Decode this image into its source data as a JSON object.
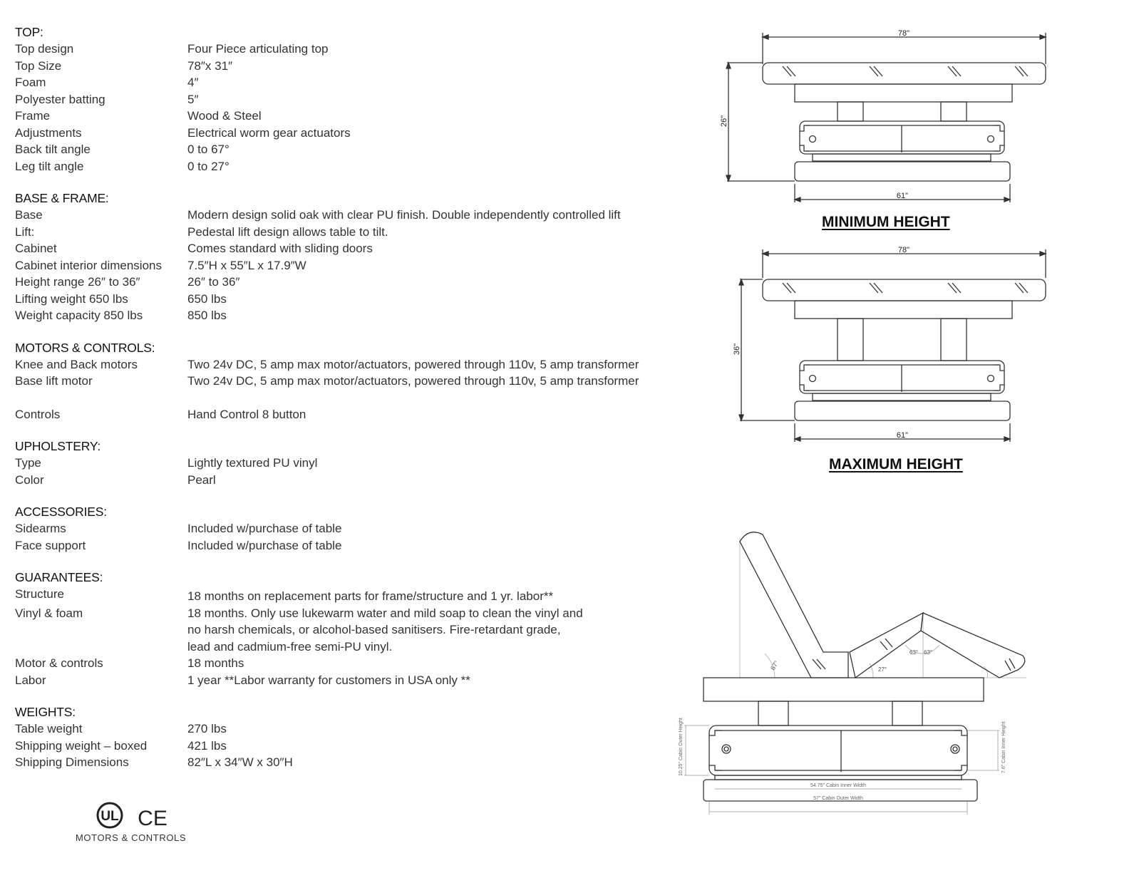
{
  "specs": {
    "top": {
      "heading": "TOP:",
      "rows": [
        {
          "label": "Top design",
          "value": "Four Piece articulating top"
        },
        {
          "label": "Top Size",
          "value": "78″x 31″"
        },
        {
          "label": "Foam",
          "value": "4″"
        },
        {
          "label": "Polyester batting",
          "value": "5″"
        },
        {
          "label": "Frame",
          "value": "Wood & Steel"
        },
        {
          "label": "Adjustments",
          "value": "Electrical worm gear actuators"
        },
        {
          "label": "Back tilt angle",
          "value": "0 to 67°"
        },
        {
          "label": "Leg tilt angle",
          "value": "0 to 27°"
        }
      ]
    },
    "base": {
      "heading": "BASE & FRAME:",
      "rows": [
        {
          "label": "Base",
          "value": "Modern design solid oak with clear PU finish. Double independently controlled lift"
        },
        {
          "label": "Lift:",
          "value": "Pedestal lift design allows table to tilt."
        },
        {
          "label": "Cabinet",
          "value": "Comes standard with sliding doors"
        },
        {
          "label": "Cabinet interior dimensions",
          "value": "7.5″H x 55″L x 17.9″W"
        },
        {
          "label": "Height range 26″ to 36″",
          "value": "26″ to 36″"
        },
        {
          "label": "Lifting weight 650 lbs",
          "value": "650 lbs"
        },
        {
          "label": "Weight capacity 850 lbs",
          "value": "850 lbs"
        }
      ]
    },
    "motors": {
      "heading": "MOTORS & CONTROLS:",
      "rows": [
        {
          "label": "Knee and Back motors",
          "value": "Two 24v DC, 5 amp max motor/actuators, powered through 110v, 5 amp transformer"
        },
        {
          "label": "Base lift motor",
          "value": "Two 24v DC, 5 amp max motor/actuators, powered through 110v, 5 amp transformer"
        }
      ],
      "controls": {
        "label": "Controls",
        "value": "Hand Control 8 button"
      }
    },
    "upholstery": {
      "heading": "UPHOLSTERY:",
      "rows": [
        {
          "label": "Type",
          "value": "Lightly textured PU vinyl"
        },
        {
          "label": "Color",
          "value": "Pearl"
        }
      ]
    },
    "accessories": {
      "heading": "ACCESSORIES:",
      "rows": [
        {
          "label": "Sidearms",
          "value": "Included w/purchase of table"
        },
        {
          "label": "Face support",
          "value": "Included w/purchase of table"
        }
      ]
    },
    "guarantees": {
      "heading": "GUARANTEES:",
      "structure": {
        "label": "Structure",
        "value": "18 months on replacement parts for frame/structure and 1 yr. labor**"
      },
      "vinyl": {
        "label": "Vinyl & foam",
        "lines": [
          "18 months. Only use lukewarm water and mild soap to clean the vinyl and",
          "no harsh chemicals, or alcohol-based sanitisers. Fire-retardant grade,",
          "lead and cadmium-free semi-PU vinyl."
        ]
      },
      "motor": {
        "label": "Motor & controls",
        "value": "18 months"
      },
      "labor": {
        "label": "Labor",
        "value": "1 year **Labor warranty for customers in USA only **"
      }
    },
    "weights": {
      "heading": "WEIGHTS:",
      "rows": [
        {
          "label": "Table weight",
          "value": "270 lbs"
        },
        {
          "label": "Shipping weight – boxed",
          "value": "421 lbs"
        },
        {
          "label": "Shipping Dimensions",
          "value": "82″L x 34″W x 30″H"
        }
      ]
    }
  },
  "certification": {
    "ul_mark": "UL",
    "ce_mark": "CE",
    "caption": "MOTORS & CONTROLS"
  },
  "drawings": {
    "min": {
      "title": "MINIMUM HEIGHT",
      "top_width": "78\"",
      "height": "26\"",
      "base_width": "61\""
    },
    "max": {
      "title": "MAXIMUM HEIGHT",
      "top_width": "78\"",
      "height": "36\"",
      "base_width": "61\""
    },
    "tilt": {
      "back_angle": "67°",
      "knee_angle_left": "63°",
      "knee_angle_right": "63°",
      "leg_angle": "27°",
      "outer_height": "10.25\" Cabin Outer Height",
      "inner_height": "7.6\" Cabin Inner Height",
      "inner_width": "54.75\" Cabin Inner Width",
      "outer_width": "57\" Cabin Outer Width"
    }
  },
  "colors": {
    "text": "#333333",
    "line": "#333333",
    "dim_line": "#9a9a9a"
  }
}
